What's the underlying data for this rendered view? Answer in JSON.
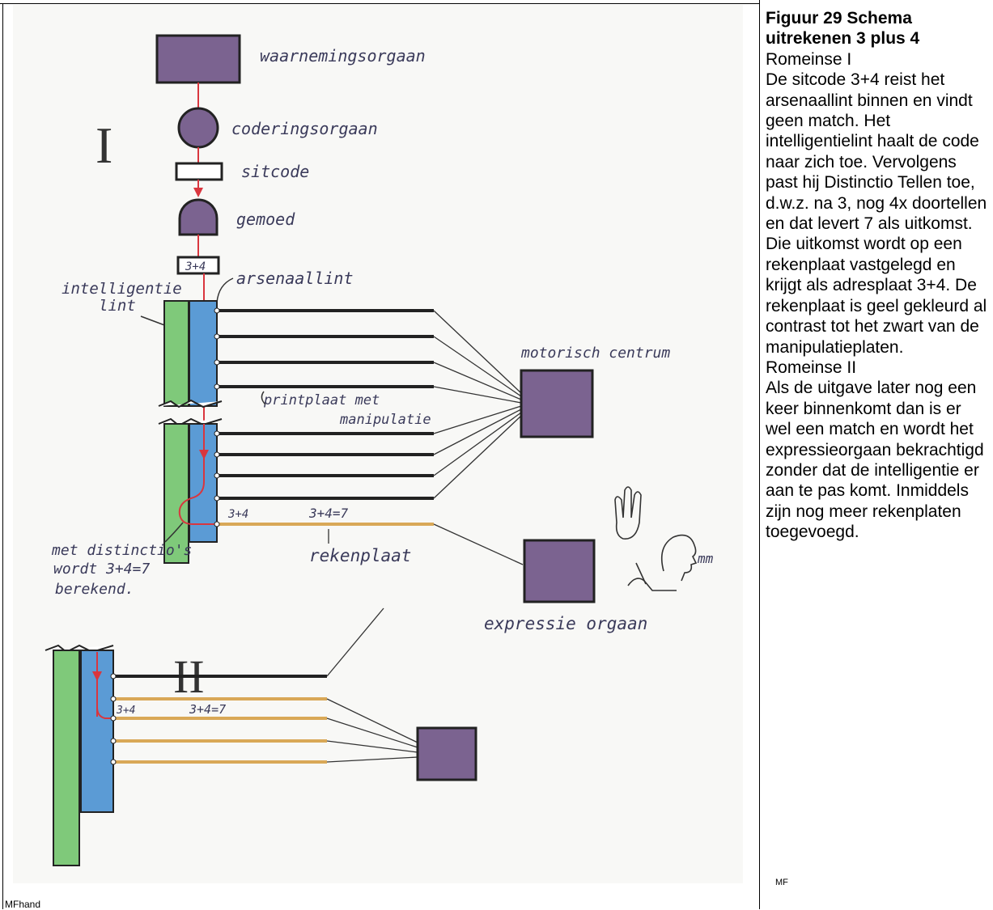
{
  "figure": {
    "title": "Figuur 29 Schema uitrekenen 3 plus 4",
    "paragraphs": [
      "Romeinse I",
      "De sitcode 3+4 reist het arsenaallint binnen en vindt geen match. Het intelligentielint haalt de code naar zich toe. Vervolgens past hij Distinctio  Tellen toe, d.w.z. na 3, nog 4x doortellen en dat levert 7 als uitkomst. Die uitkomst wordt op een rekenplaat vastgelegd en krijgt als adresplaat 3+4. De rekenplaat is geel gekleurd al contrast tot het zwart van de manipulatieplaten.",
      "Romeinse II",
      "Als de uitgave later nog een keer binnenkomt dan is er wel een match en wordt het expressieorgaan bekrachtigd zonder dat de intelligentie er aan te pas komt. Inmiddels zijn nog meer rekenplaten toegevoegd."
    ],
    "signature": "MF",
    "file_label": "MFhand"
  },
  "drawing": {
    "labels": {
      "waarnemingsorgaan": "waarnemingsorgaan",
      "coderingsorgaan": "coderingsorgaan",
      "sitcode": "sitcode",
      "gemoed": "gemoed",
      "code_box": "3+4",
      "intelligentie_lint_1": "intelligentie",
      "intelligentie_lint_2": "lint",
      "arsenaallint": "arsenaallint",
      "motorisch_centrum": "motorisch centrum",
      "printplaat_1": "printplaat met",
      "printplaat_2": "manipulatie",
      "plate_address": "3+4",
      "plate_value": "3+4=7",
      "rekenplaat": "rekenplaat",
      "distinctio_1": "met distinctio's",
      "distinctio_2": "wordt 3+4=7",
      "distinctio_3": "berekend.",
      "expressie_orgaan": "expressie orgaan",
      "sketch_word": "mm",
      "roman_1": "I",
      "roman_2": "II",
      "ii_plate_address": "3+4",
      "ii_plate_value": "3+4=7"
    },
    "colors": {
      "organ": "#7b6390",
      "intelligence_strip": "#7fc97a",
      "arsenal_strip": "#5b9bd5",
      "signal": "#d9363e",
      "manipulation_plate": "#222222",
      "reken_plate": "#d9a857"
    }
  }
}
